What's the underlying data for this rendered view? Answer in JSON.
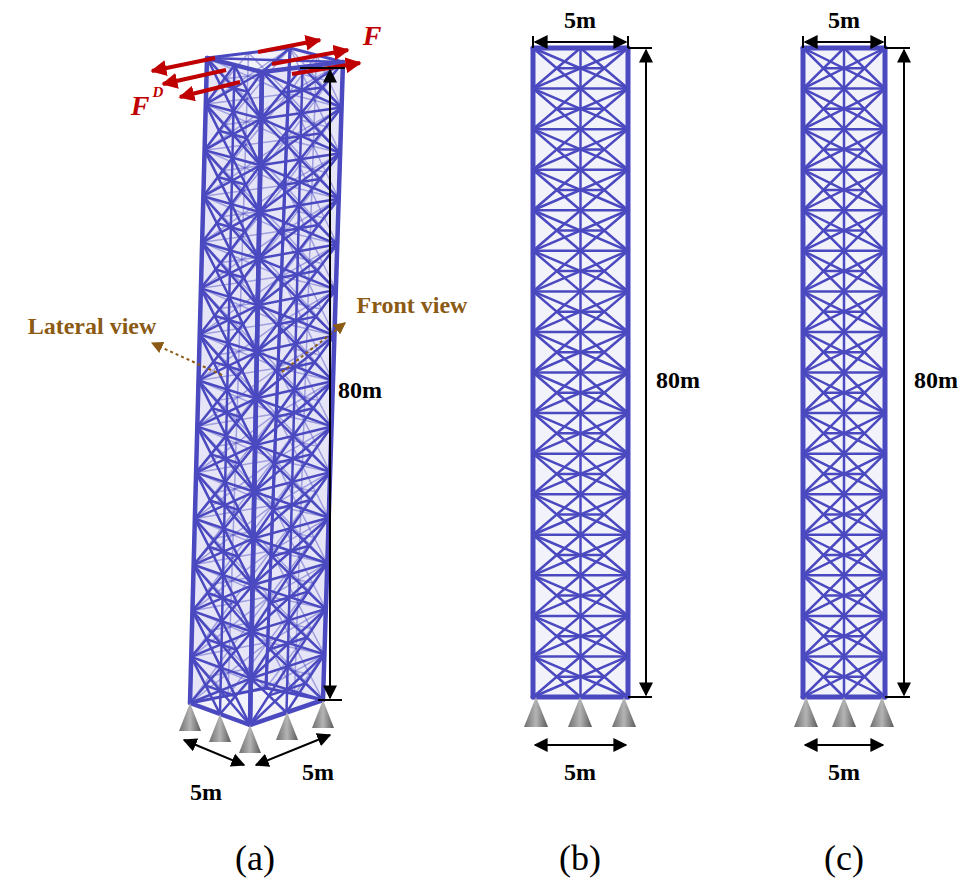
{
  "diagram": {
    "labels": [
      "F",
      "F",
      "D",
      "Lateral view",
      "Front view",
      "80m",
      "5m",
      "5m",
      "(a)",
      "5m",
      "80m",
      "5m",
      "(b)",
      "5m",
      "80m",
      "5m",
      "(c)"
    ]
  }
}
